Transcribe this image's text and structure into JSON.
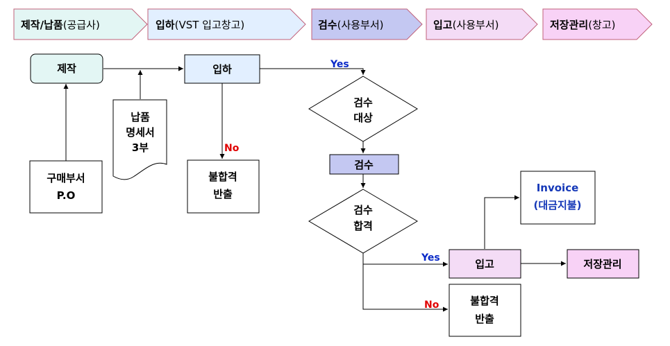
{
  "process_steps": [
    {
      "bold": "제작/납품",
      "light": "(공급사)",
      "color": "#e3f6f4"
    },
    {
      "bold": "입하",
      "light": "(VST 입고창고)",
      "color": "#e2efff"
    },
    {
      "bold": "검수",
      "light": "(사용부서)",
      "color": "#c4c8f2"
    },
    {
      "bold": "입고",
      "light": "(사용부서)",
      "color": "#f4dcf6"
    },
    {
      "bold": "저장관리",
      "light": "(창고)",
      "color": "#f8d2f6"
    }
  ],
  "nodes": {
    "make": "제작",
    "purchase_dept_line1": "구매부서",
    "purchase_dept_line2": "P.O",
    "delivery_doc_line1": "납품",
    "delivery_doc_line2": "명세서",
    "delivery_doc_line3": "3부",
    "arrival": "입하",
    "reject1_line1": "불합격",
    "reject1_line2": "반출",
    "inspect_target_line1": "검수",
    "inspect_target_line2": "대상",
    "inspection": "검수",
    "inspect_pass_line1": "검수",
    "inspect_pass_line2": "합격",
    "receiving": "입고",
    "invoice_line1": "Invoice",
    "invoice_line2": "(대금지불)",
    "storage": "저장관리",
    "reject2_line1": "불합격",
    "reject2_line2": "반출"
  },
  "edge_labels": {
    "yes_top": "Yes",
    "no_left": "No",
    "yes_bottom": "Yes",
    "no_bottom": "No"
  },
  "colors": {
    "make": "#e3f6f4",
    "arrival": "#e2efff",
    "inspection": "#c4c8f2",
    "receiving": "#f4dcf6",
    "storage": "#f8d2f6",
    "yes": "#0a2ac8",
    "no": "#e00000",
    "invoice_text": "#1538b8"
  }
}
